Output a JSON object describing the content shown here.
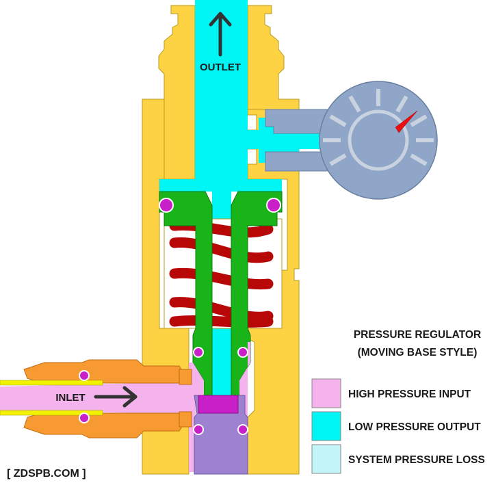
{
  "labels": {
    "outlet": "OUTLET",
    "inlet": "INLET",
    "title_line1": "PRESSURE REGULATOR",
    "title_line2": "(MOVING BASE STYLE)",
    "credit": "[ ZDSPB.COM ]"
  },
  "legend": [
    {
      "label": "HIGH PRESSURE INPUT",
      "color": "#f4b3ec"
    },
    {
      "label": "LOW PRESSURE OUTPUT",
      "color": "#00f5f5"
    },
    {
      "label": "SYSTEM PRESSURE LOSS",
      "color": "#c3f5f8"
    }
  ],
  "colors": {
    "body": "#fdd343",
    "body_outline": "#b89a20",
    "low_pressure": "#00f5f5",
    "high_pressure": "#f4b3ec",
    "piston": "#19b419",
    "spring": "#b80707",
    "oring": "#c81fc8",
    "fitting": "#f79a32",
    "seat": "#9c82cf",
    "gauge_face": "#8fa6c9",
    "gauge_ticks": "#c9d3e0",
    "gauge_needle": "#e81010",
    "arrow": "#333333",
    "inlet_tube": "#f2f200"
  },
  "icons": [
    "outlet-arrow-icon",
    "inlet-arrow-icon",
    "gauge-needle-icon"
  ]
}
